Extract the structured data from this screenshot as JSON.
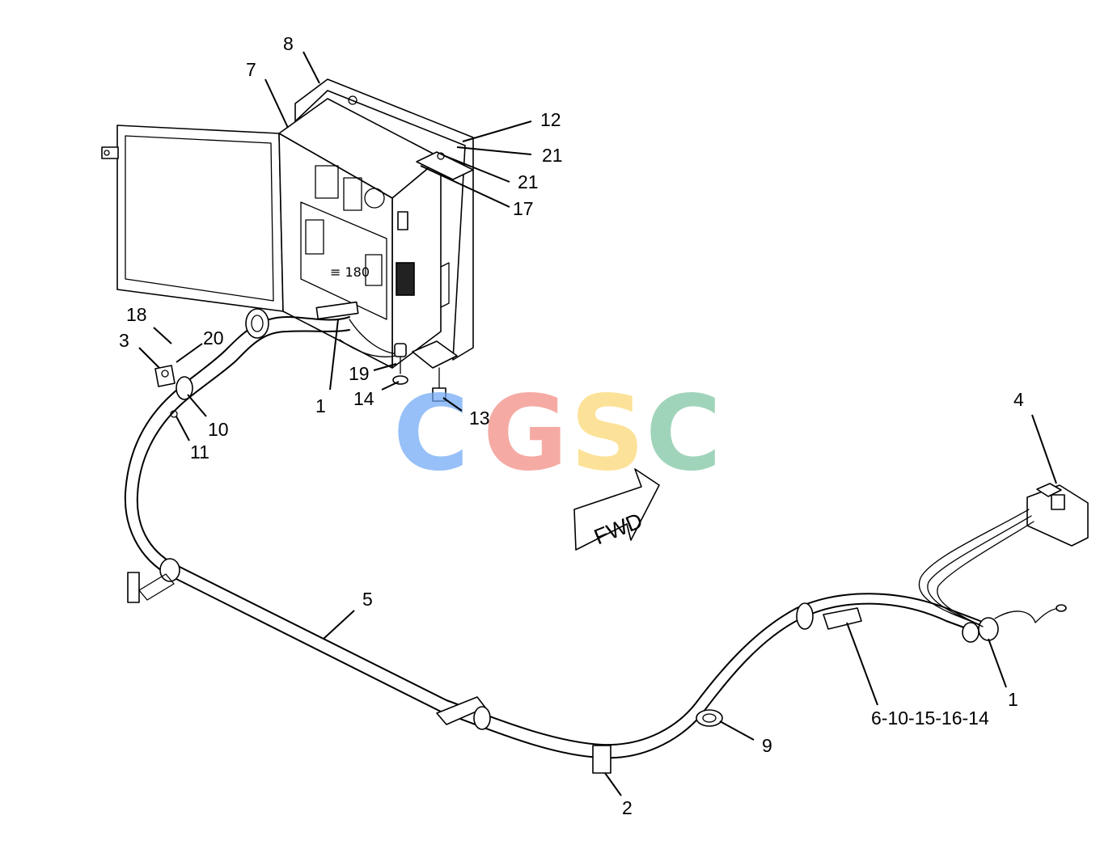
{
  "callouts": {
    "c8": "8",
    "c7": "7",
    "c12": "12",
    "c21a": "21",
    "c21b": "21",
    "c17": "17",
    "c18": "18",
    "c3": "3",
    "c20": "20",
    "c10": "10",
    "c11": "11",
    "c19": "19",
    "c14": "14",
    "c1a": "1",
    "c13": "13",
    "c4": "4",
    "c5": "5",
    "c1b": "1",
    "c6group": "6-10-15-16-14",
    "c9": "9",
    "c2": "2"
  },
  "direction_arrow": {
    "label": "FWD"
  },
  "watermark": {
    "letters": [
      "C",
      "G",
      "S",
      "C"
    ],
    "colors": [
      "#6fa8f5",
      "#f28b82",
      "#fbd872",
      "#7cc4a0"
    ]
  }
}
